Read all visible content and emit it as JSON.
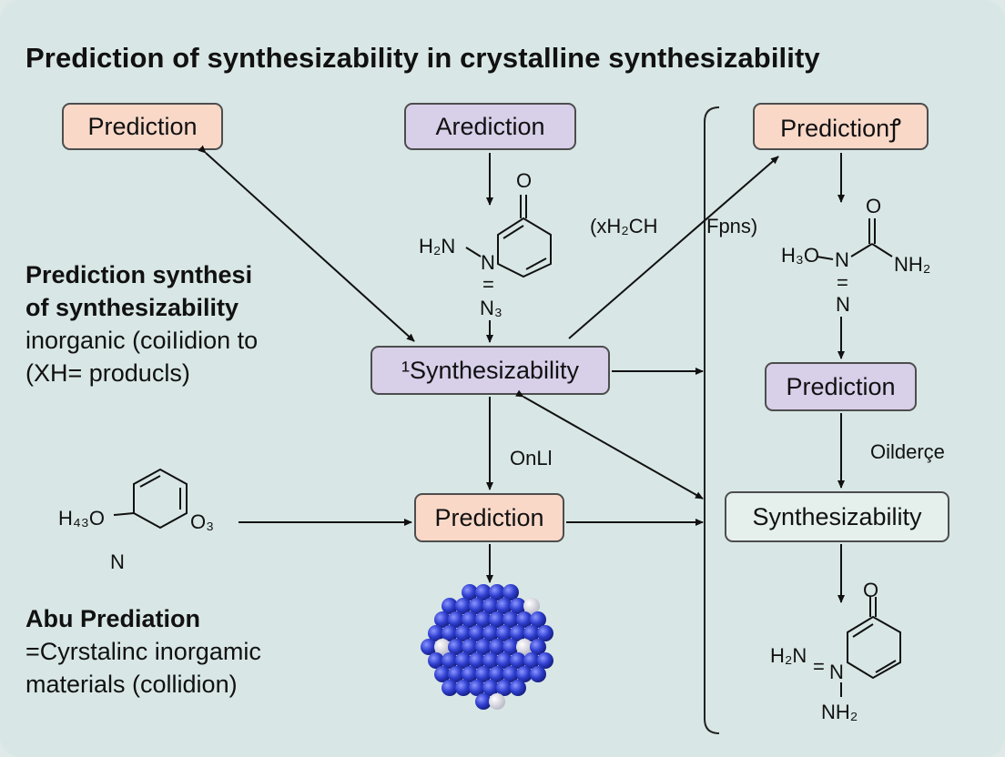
{
  "title": "Prediction of synthesizability in crystalline synthesizability",
  "boxes": {
    "top_left": "Prediction",
    "top_center": "Arediction",
    "top_right": "Predictionꝭ",
    "synth_center": "¹Synthesizability",
    "pred_center": "Prediction",
    "pred_right": "Prediction",
    "synth_right": "Synthesizability"
  },
  "left_text": {
    "block1_bold_line1": "Prediction synthesi",
    "block1_bold_line2": "of synthesizability",
    "block1_line3": "inorganic (coiIidion to",
    "block1_line4": "(XH= producls)",
    "block2_bold": "Abu Prediation",
    "block2_line2": "=Cyrstalinc inorgamic",
    "block2_line3": "materials (collidion)"
  },
  "edge_labels": {
    "center_left": "(xH₂CH",
    "center_right": "Fpns)",
    "center_down": "OnLl",
    "right_down": "Oilderçe"
  },
  "molecules": {
    "top": {
      "o": "O",
      "h2n": "H₂N",
      "n1": "N",
      "eq": "=",
      "n3": "N₃"
    },
    "right_top": {
      "o": "O",
      "h3o": "H₃O",
      "n1": "N",
      "nh2": "NH₂",
      "eq": "=",
      "n2": "N"
    },
    "left": {
      "h": "H₄₃O",
      "o3": "O₃",
      "n": "N"
    },
    "right_bottom": {
      "o": "O",
      "h2n": "H₂N",
      "eq": "=",
      "n": "N",
      "nh2": "NH₂"
    }
  },
  "colors": {
    "background": "#d8e7e5",
    "orange_box": "#f9d8c8",
    "purple_box": "#d8cfe9",
    "pale_box": "#e5f0ed",
    "sphere_blue": "#2f3fd0"
  }
}
